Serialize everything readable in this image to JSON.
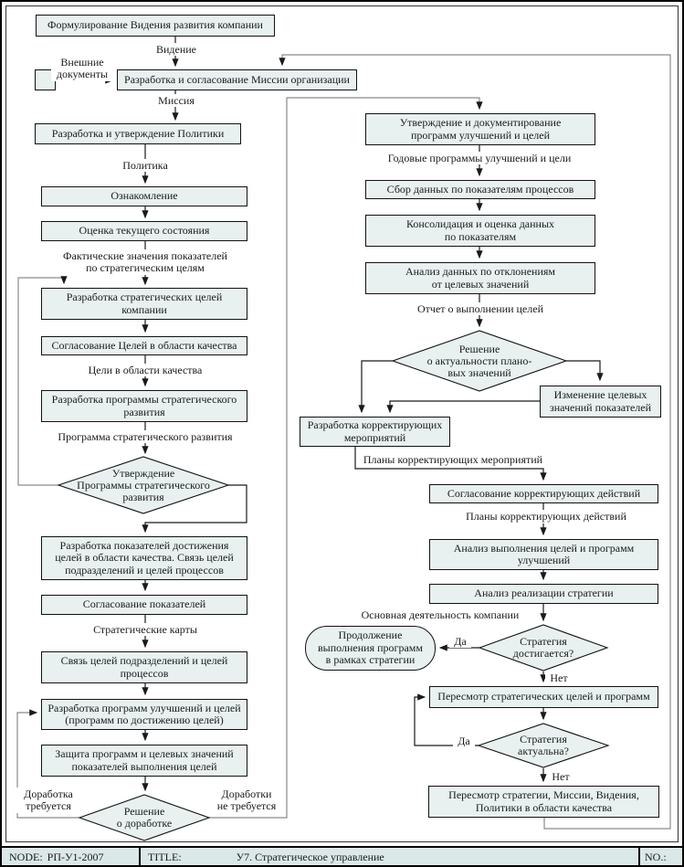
{
  "colors": {
    "box_fill": "#e8f0f0",
    "footer_fill": "#dbe8e8",
    "line": "#1a1a1a",
    "loop_line": "#8a8a8a",
    "text": "#1a1a1a"
  },
  "nodes": {
    "vision": "Формулирование Видения развития компании",
    "mission": "Разработка и согласование Миссии организации",
    "policy": "Разработка и утверждение Политики",
    "familiarization": "Ознакомление",
    "assessment": "Оценка текущего состояния",
    "strategic_goals": "Разработка стратегических целей\nкомпании",
    "agree_quality_goals": "Согласование Целей в области качества",
    "develop_program": "Разработка программы стратегического\nразвития",
    "approve_program_decision": "Утверждение\nПрограммы стратегического\nразвития",
    "develop_indicators": "Разработка показателей достижения\nцелей в области качества. Связь целей\nподразделений и целей процессов",
    "agree_indicators": "Согласование показателей",
    "link_goals": "Связь целей подразделений и целей\nпроцессов",
    "develop_improvement": "Разработка программ улучшений и целей\n(программ по достижению целей)",
    "defend_programs": "Защита программ и целевых значений\nпоказателей выполнения целей",
    "rework_decision": "Решение\nо доработке",
    "approve_document": "Утверждение и документирование\nпрограмм улучшений и целей",
    "collect_data": "Сбор данных по показателям процессов",
    "consolidate": "Консолидация и оценка данных\nпо показателям",
    "analyze_deviations": "Анализ данных по отклонениям\nот целевых значений",
    "plan_values_decision": "Решение\nо актуальности плано-\nвых значений",
    "change_targets": "Изменение целевых\nзначений показателей",
    "develop_corrective": "Разработка корректирующих\nмероприятий",
    "agree_corrective": "Согласование корректирующих действий",
    "analyze_fulfillment": "Анализ выполнения целей и программ\nулучшений",
    "analyze_strategy": "Анализ реализации стратегии",
    "continue_programs": "Продолжение\nвыполнения программ\nв рамках стратегии",
    "strategy_achieved": "Стратегия\nдостигается?",
    "revise_goals": "Пересмотр стратегических целей и программ",
    "strategy_actual": "Стратегия\nактуальна?",
    "revise_strategy": "Пересмотр стратегии, Миссии, Видения,\nПолитики в области качества"
  },
  "labels": {
    "vision_flow": "Видение",
    "external_docs": "Внешние\nдокументы",
    "mission_flow": "Миссия",
    "policy_flow": "Политика",
    "actual_values": "Фактические значения показателей\nпо стратегическим целям",
    "quality_goals_flow": "Цели в области качества",
    "program_flow": "Программа стратегического развития",
    "strategy_maps": "Стратегические карты",
    "rework_needed": "Доработка\nтребуется",
    "rework_not_needed": "Доработки\nне требуется",
    "annual_programs": "Годовые программы улучшений и цели",
    "goals_report": "Отчет о выполнении целей",
    "corrective_plans": "Планы корректирующих мероприятий",
    "corrective_action_plans": "Планы корректирующих действий",
    "main_activity": "Основная деятельность компании",
    "yes1": "Да",
    "no1": "Нет",
    "yes2": "Да",
    "no2": "Нет"
  },
  "footer": {
    "node_label": "NODE:",
    "node_value": "РП-У1-2007",
    "title_label": "TITLE:",
    "title_value": "У7. Стратегическое управление",
    "no_label": "NO.:"
  }
}
